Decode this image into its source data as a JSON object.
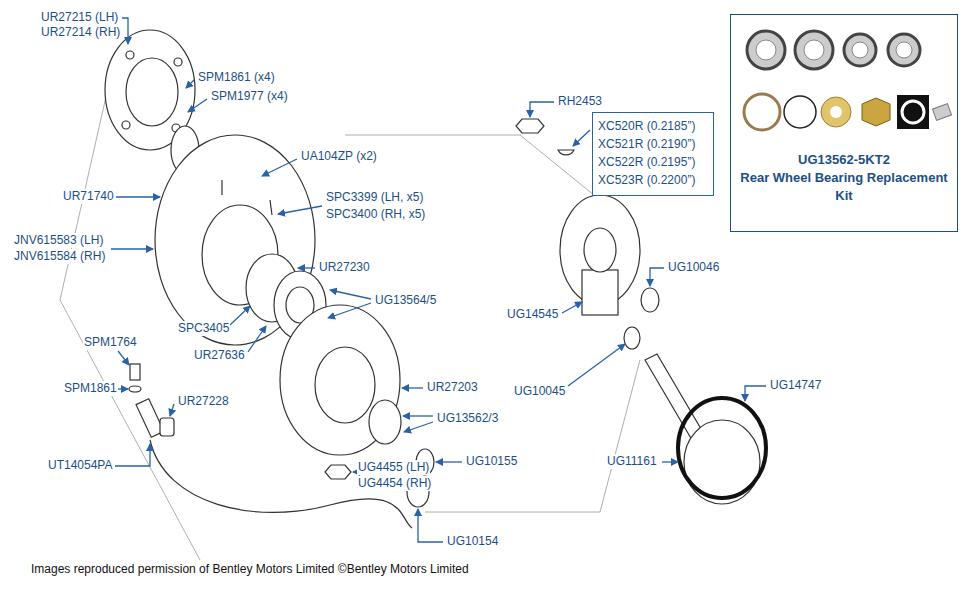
{
  "diagram": {
    "caption": "Images reproduced permission of Bentley Motors Limited ©Bentley Motors Limited",
    "nodes": [
      {
        "text": [
          "UG13562-5KT2",
          "Rear Wheel Bearing Replacement Kit"
        ]
      },
      {
        "text": [
          "XC520R (0.2185”)",
          "XC521R (0.2190”)",
          "XC522R (0.2195”)",
          "XC523R (0.2200”)"
        ]
      }
    ],
    "labels": [
      "UR27215 (LH)",
      "UR27214 (RH)",
      "SPM1861 (x4)",
      "SPM1977 (x4)",
      "UR71740",
      "UA104ZP (x2)",
      "SPC3399 (LH, x5)",
      "SPC3400 (RH, x5)",
      "JNV615583 (LH)",
      "JNV615584 (RH)",
      "UR27230",
      "UG13564/5",
      "SPC3405",
      "UR27636",
      "SPM1764",
      "SPM1861",
      "UR27228",
      "UT14054PA",
      "UR27203",
      "UG13562/3",
      "UG4455 (LH)",
      "UG4454 (RH)",
      "UG10155",
      "UG10154",
      "RH2453",
      "UG10046",
      "UG14545",
      "UG10045",
      "UG14747",
      "UG11161"
    ]
  }
}
